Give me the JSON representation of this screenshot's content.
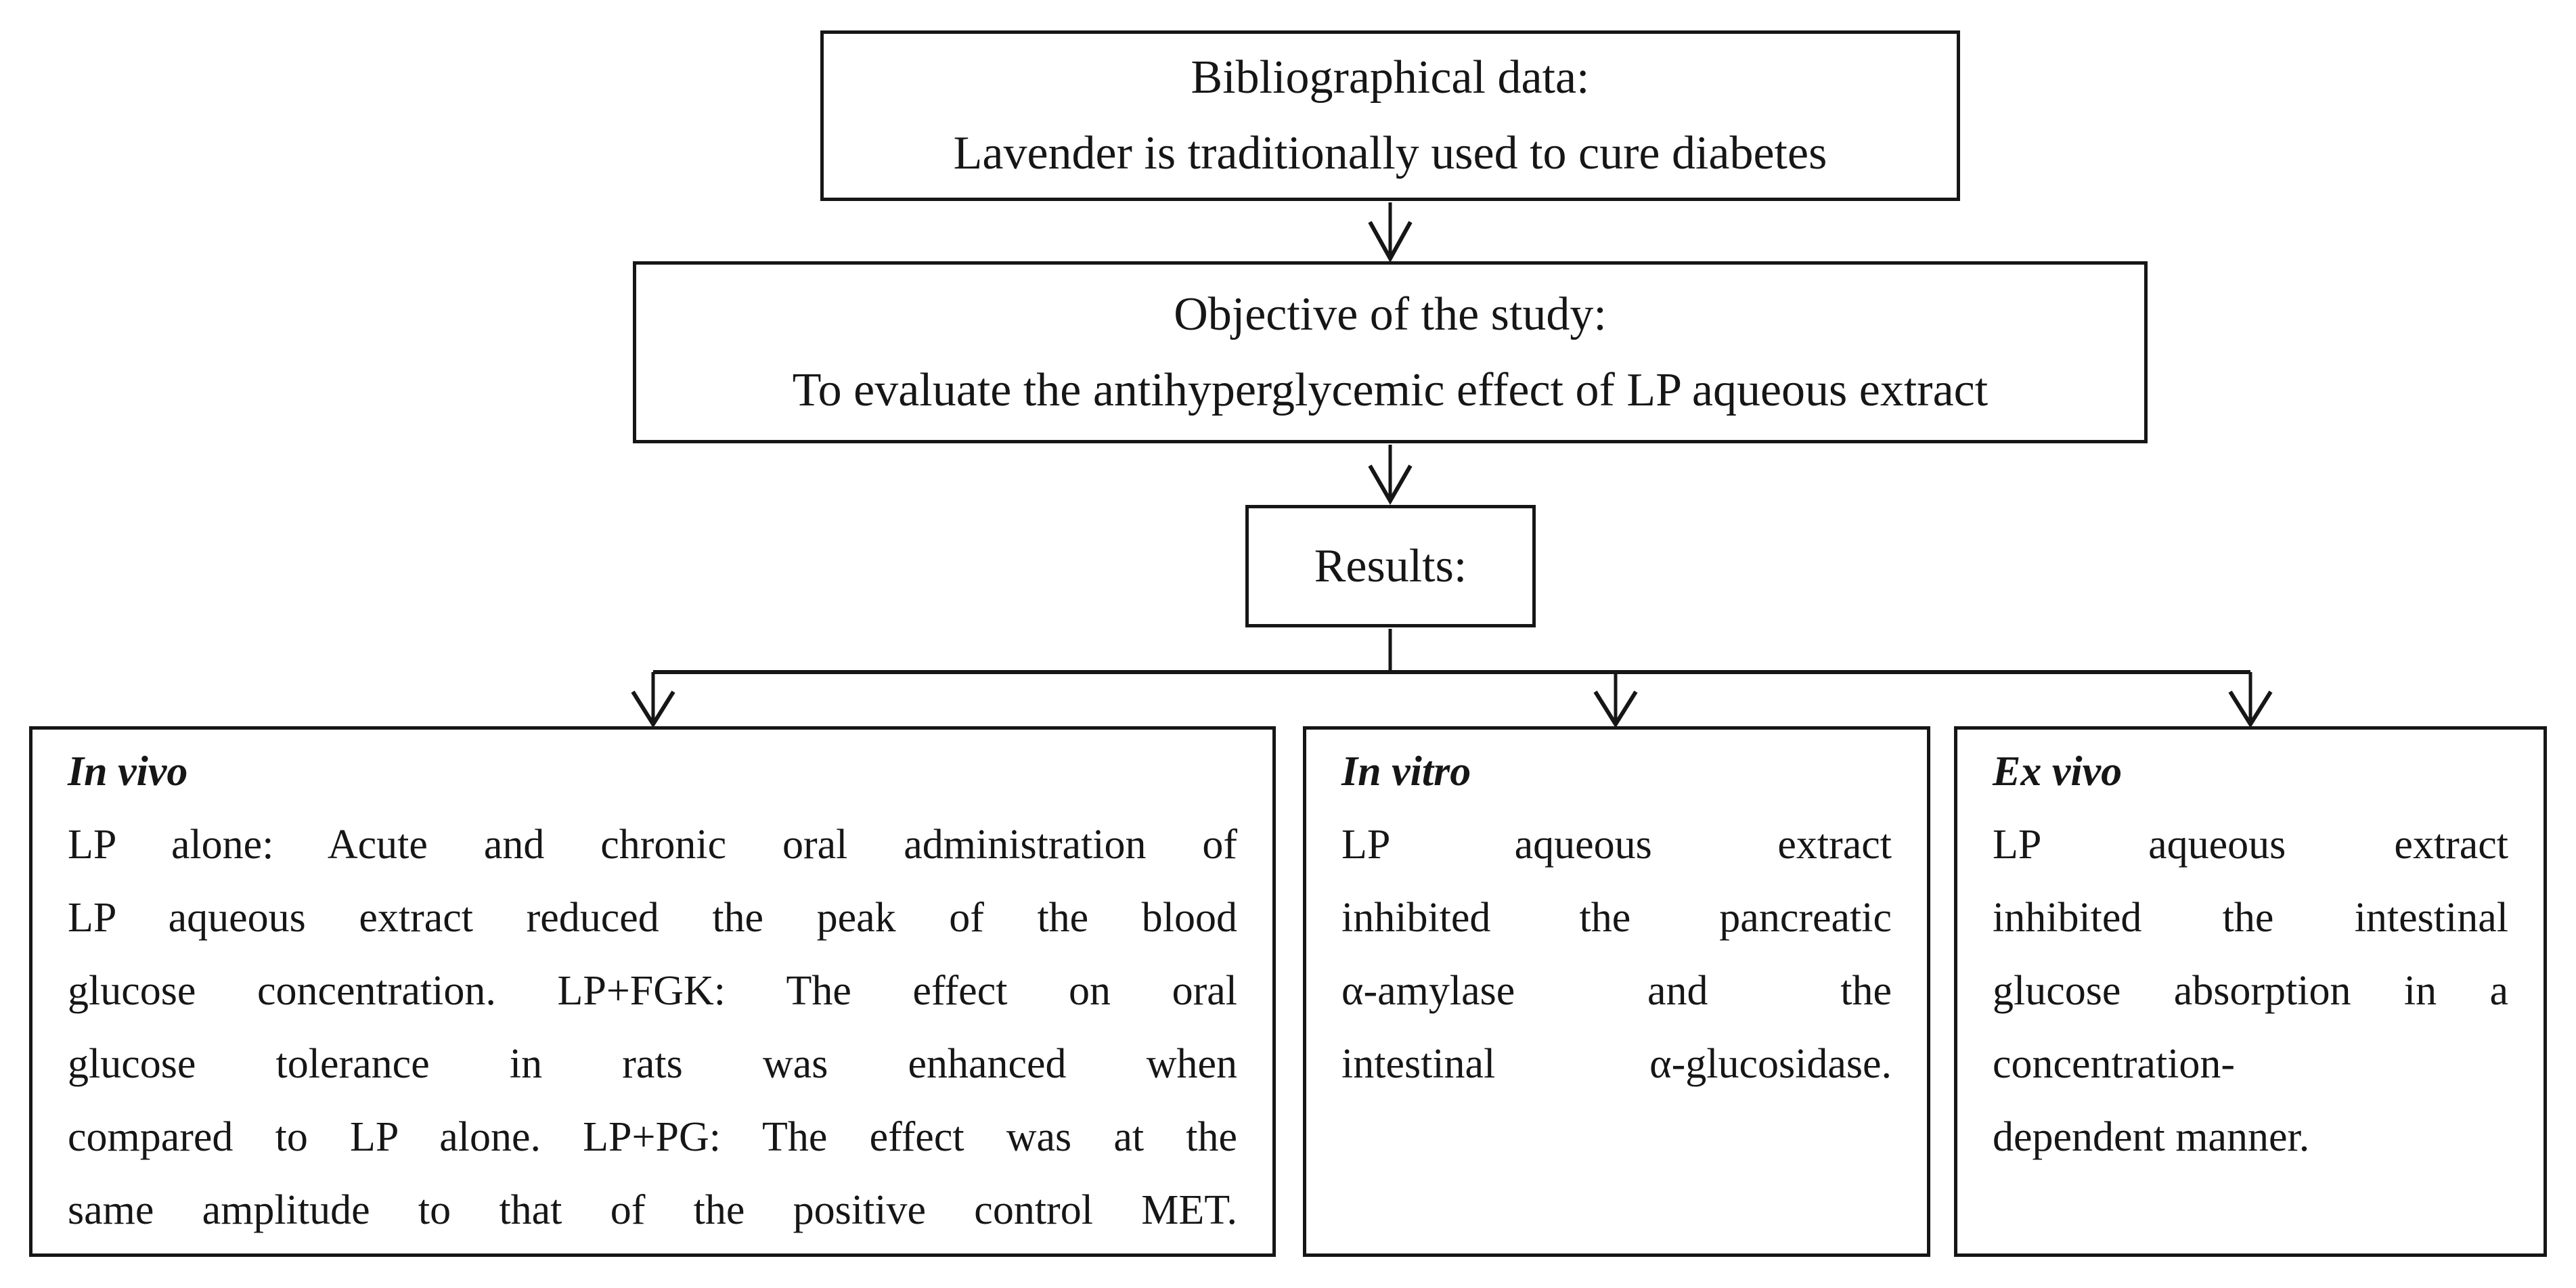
{
  "colors": {
    "ink": "#161616",
    "background": "#ffffff"
  },
  "flowchart": {
    "biblio": {
      "line1": "Bibliographical data:",
      "line2": "Lavender is traditionally used to cure diabetes"
    },
    "objective": {
      "line1": "Objective of the study:",
      "line2": "To evaluate the antihyperglycemic effect of LP aqueous extract"
    },
    "results": {
      "label": "Results:"
    },
    "branches": {
      "invivo": {
        "heading": "In vivo",
        "lines": [
          "LP alone: Acute and chronic oral administration of",
          "LP aqueous extract reduced the peak of the blood",
          "glucose concentration. LP+FGK: The effect on oral",
          "glucose tolerance in rats was enhanced when",
          "compared to LP alone. LP+PG: The effect was at the",
          "same amplitude to that of the positive control MET."
        ]
      },
      "invitro": {
        "heading": "In vitro",
        "lines": [
          "LP aqueous extract",
          "inhibited the pancreatic",
          "α-amylase and the",
          "intestinal α-glucosidase."
        ]
      },
      "exvivo": {
        "heading": "Ex vivo",
        "lines": [
          "LP aqueous extract",
          "inhibited the intestinal",
          "glucose absorption in a",
          "concentration-",
          "dependent manner."
        ]
      }
    }
  }
}
